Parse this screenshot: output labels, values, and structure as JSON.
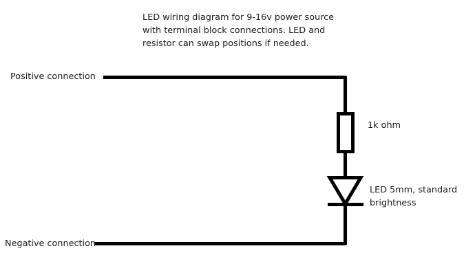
{
  "diagram": {
    "title": "LED wiring diagram for 9-16v power source\nwith terminal block connections. LED and\nresistor can swap positions if needed.",
    "background_color": "#ffffff",
    "line_color": "#000000",
    "text_color": "#1a1a1a",
    "labels": {
      "positive_connection": "Positive connection",
      "negative_connection": "Negative connection",
      "resistor_value": "1k ohm",
      "led_description": "LED 5mm, standard\nbrightness"
    },
    "components": [
      {
        "name": "resistor",
        "symbol": "rectangle-box",
        "label": "1k ohm",
        "orientation": "vertical"
      },
      {
        "name": "led",
        "symbol": "triangle-with-cathode-bar",
        "label": "LED 5mm, standard brightness",
        "orientation": "vertical",
        "direction": "pointing-down"
      }
    ],
    "wires": [
      {
        "name": "positive-lead",
        "orientation": "horizontal"
      },
      {
        "name": "right-vertical-upper",
        "orientation": "vertical"
      },
      {
        "name": "resistor-to-led",
        "orientation": "vertical"
      },
      {
        "name": "led-to-negative",
        "orientation": "vertical"
      },
      {
        "name": "negative-lead",
        "orientation": "horizontal"
      }
    ]
  }
}
